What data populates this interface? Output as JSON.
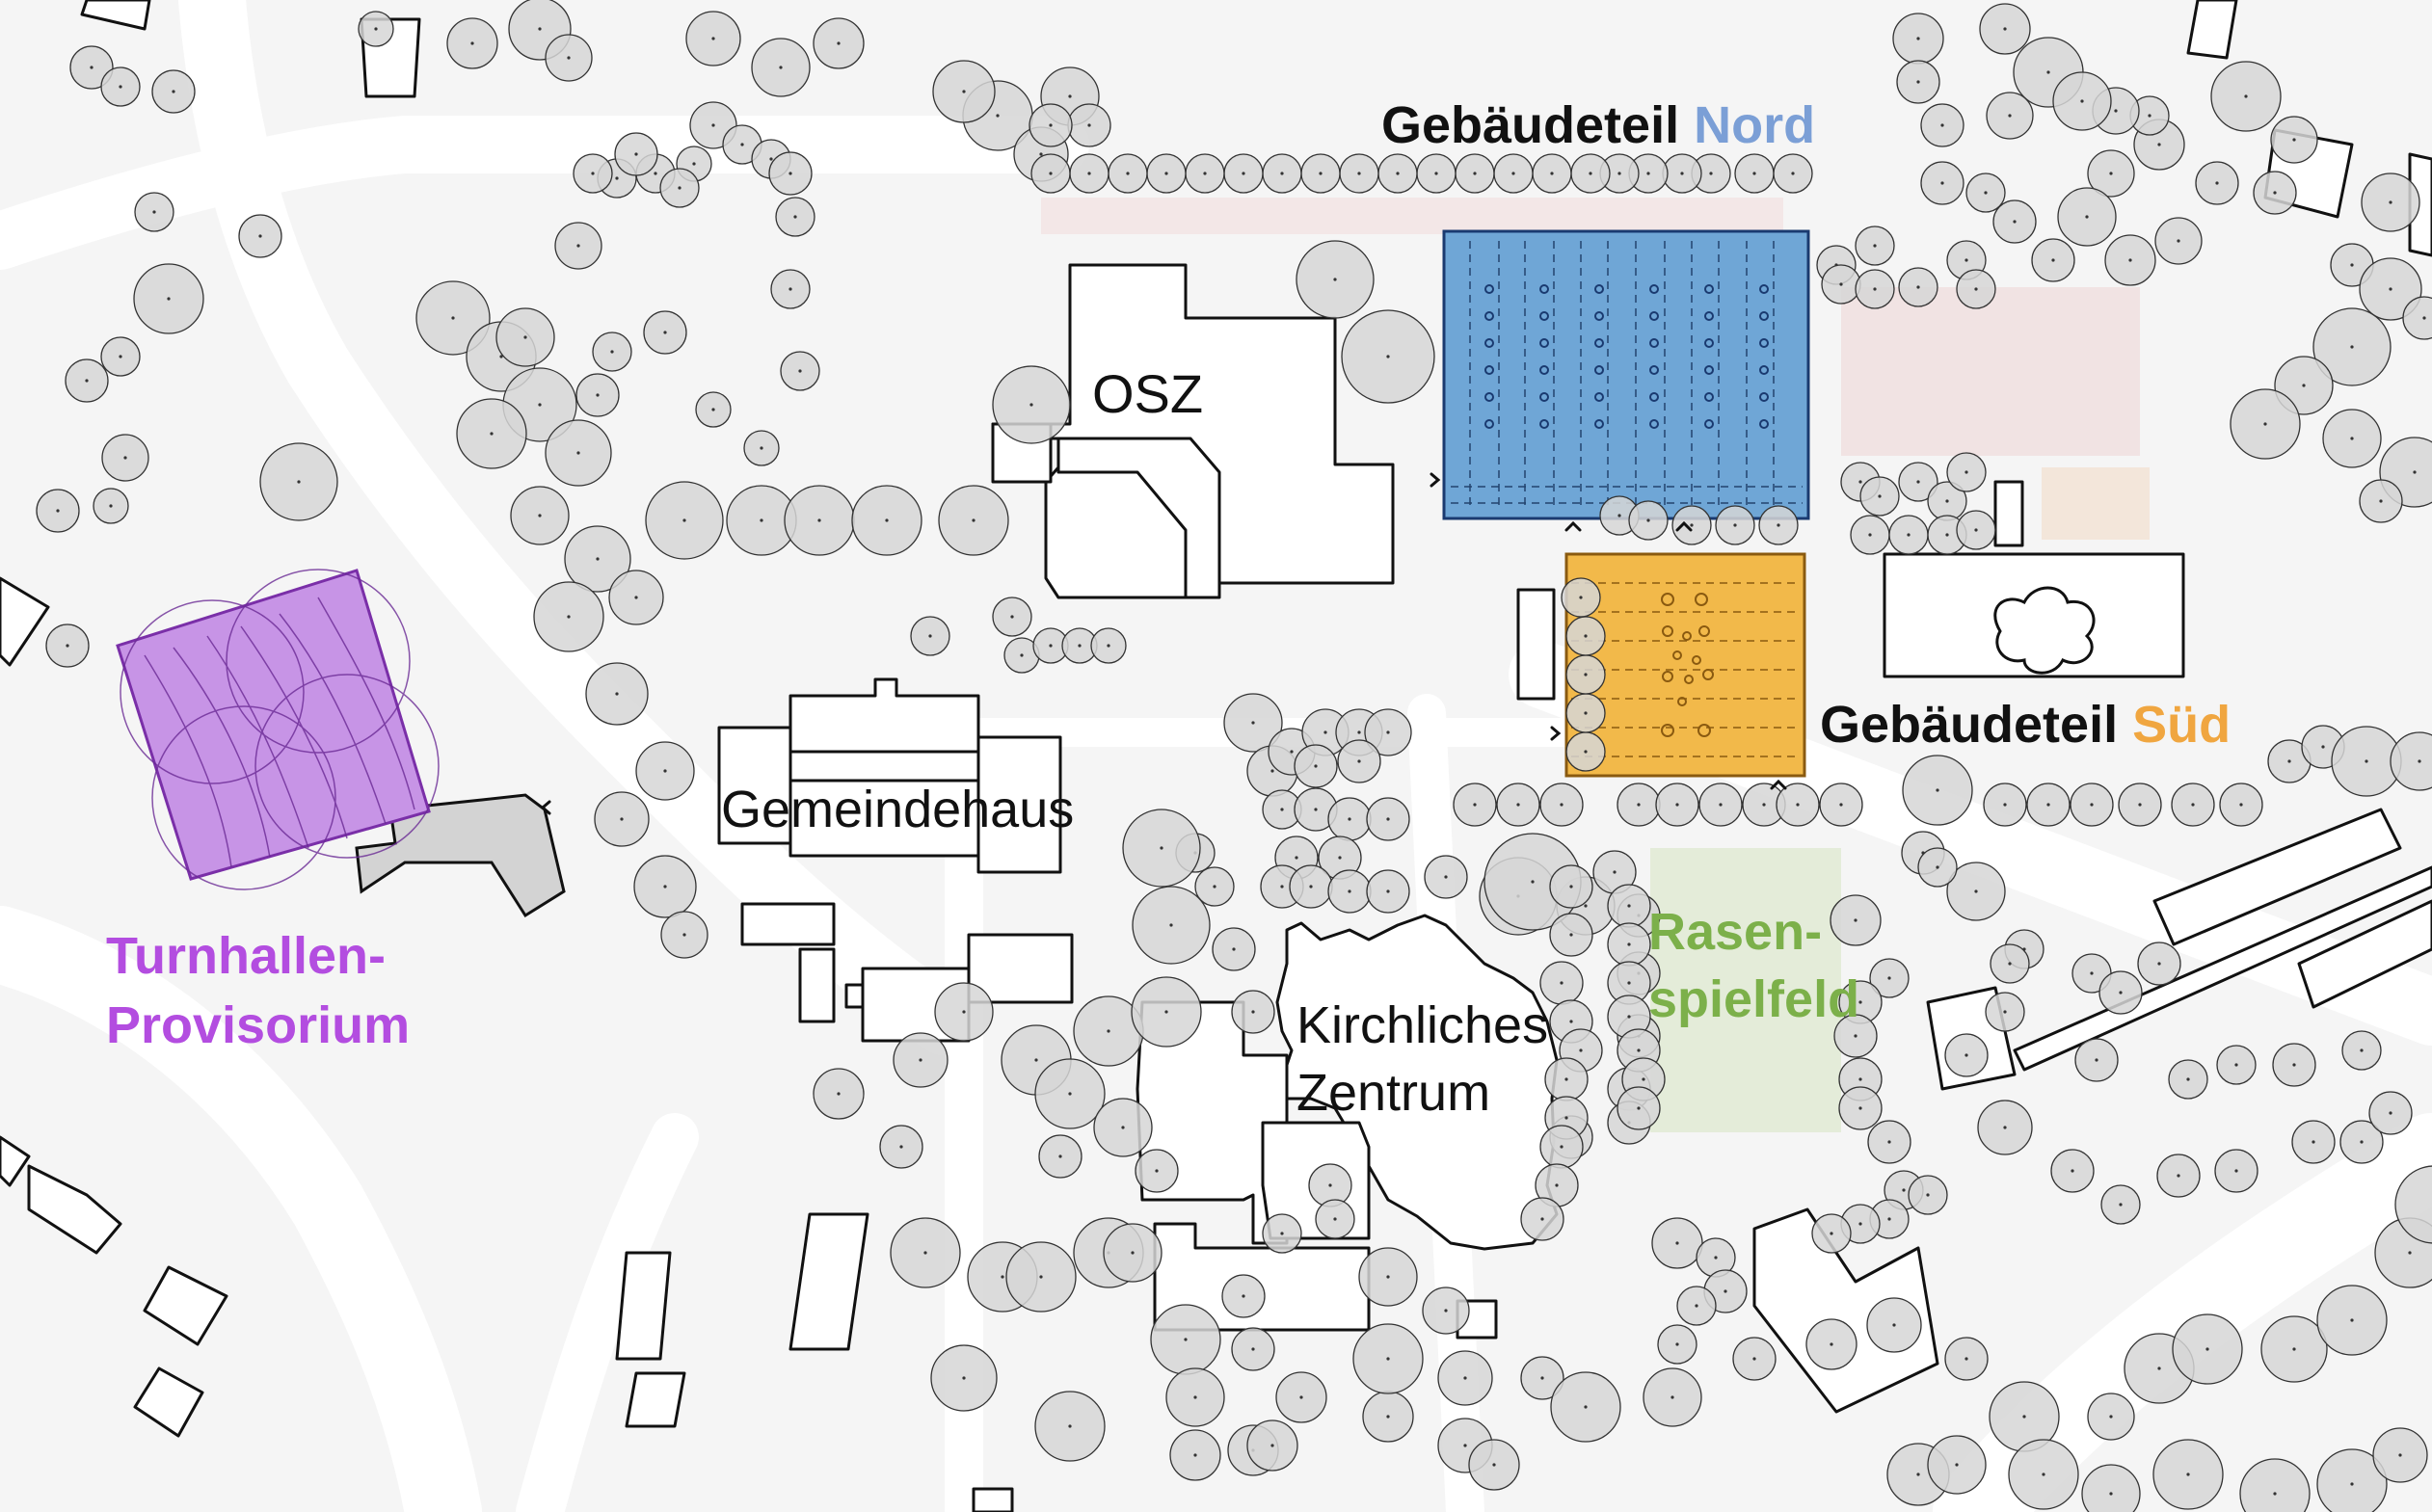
{
  "map": {
    "labels": {
      "nord_prefix": "Gebäudeteil",
      "nord_suffix": "Nord",
      "sued_prefix": "Gebäudeteil",
      "sued_suffix": "Süd",
      "osz": "OSZ",
      "gemeindehaus": "Gemeindehaus",
      "kirchliches_line1": "Kirchliches",
      "kirchliches_line2": "Zentrum",
      "rasen_line1": "Rasen-",
      "rasen_line2": "spielfeld",
      "turnhallen_line1": "Turnhallen-",
      "turnhallen_line2": "Provisorium"
    },
    "colors": {
      "nord": "#7b9fd6",
      "nord_fill": "#6fa6d6",
      "sued": "#f0a640",
      "sued_fill": "#f2b94a",
      "turnhalle": "#b34de0",
      "turnhalle_fill": "#c794e6",
      "rasen": "#7cb04a",
      "rasen_fill": "#e4ecd9",
      "tree": "#d4d4d4",
      "street": "#ececec",
      "building": "#ffffff"
    }
  }
}
